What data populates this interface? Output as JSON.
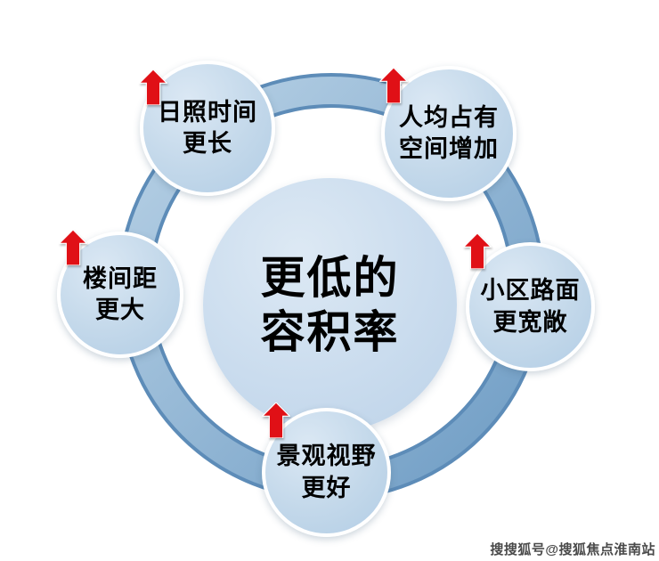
{
  "diagram": {
    "center": {
      "line1": "更低的",
      "line2": "容积率"
    },
    "nodes": [
      {
        "id": "sunshine",
        "line1": "日照时间",
        "line2": "更长"
      },
      {
        "id": "per-capita",
        "line1": "人均占有",
        "line2": "空间增加"
      },
      {
        "id": "spacing",
        "line1": "楼间距",
        "line2": "更大"
      },
      {
        "id": "road",
        "line1": "小区路面",
        "line2": "更宽敞"
      },
      {
        "id": "view",
        "line1": "景观视野",
        "line2": "更好"
      }
    ],
    "watermark": "搜搜狐号@搜狐焦点淮南站",
    "colors": {
      "circle_fill": "#c3d8ea",
      "ring_band": "#8fb3d4",
      "ring_edge": "#5d8cb8",
      "arrow_red": "#e01016",
      "text": "#000000"
    }
  }
}
